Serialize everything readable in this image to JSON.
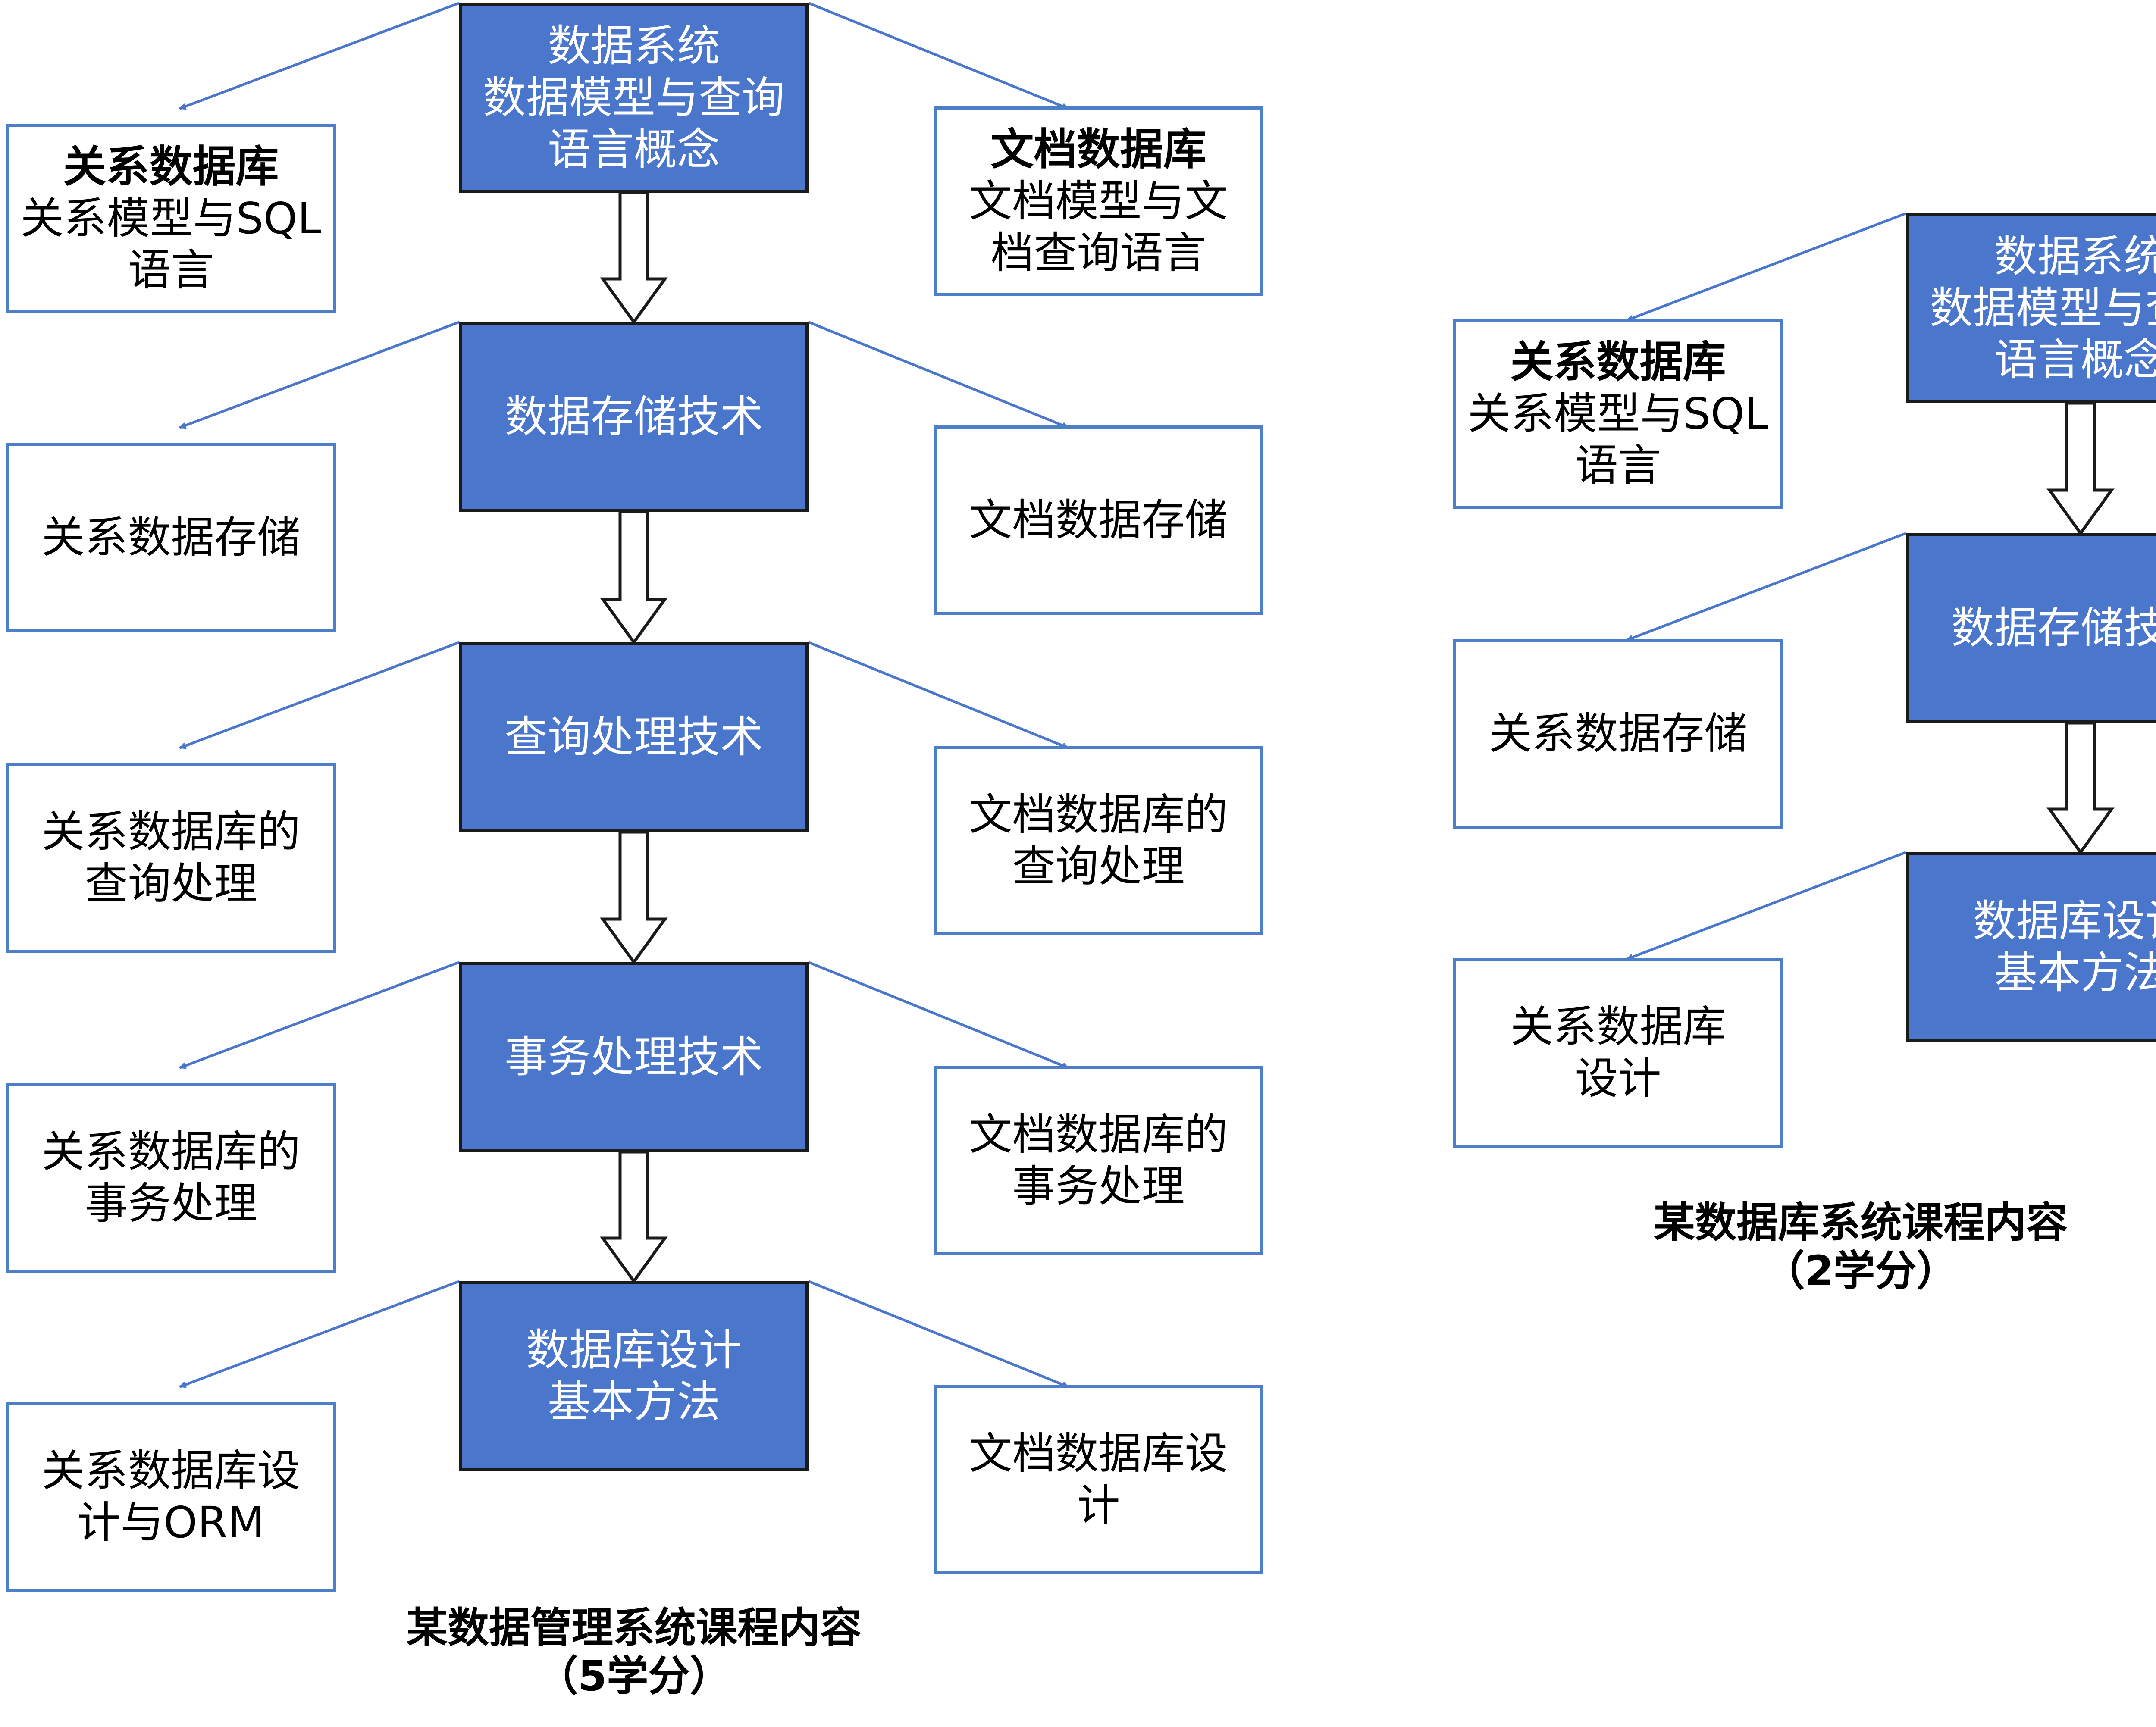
{
  "colors": {
    "core_fill": "#4a76cc",
    "core_border": "#1b1b1b",
    "side_border": "#4d7fc9",
    "link_line": "#4a76cc"
  },
  "left": {
    "caption": [
      "某数据管理系统课程内容",
      "（5学分）"
    ],
    "steps": [
      {
        "core": [
          "数据系统",
          "数据模型与查询",
          "语言概念"
        ],
        "relational": {
          "title": "关系数据库",
          "lines": [
            "关系模型与SQL",
            "语言"
          ]
        },
        "document": {
          "title": "文档数据库",
          "lines": [
            "文档模型与文",
            "档查询语言"
          ]
        }
      },
      {
        "core": [
          "数据存储技术"
        ],
        "relational": {
          "lines": [
            "关系数据存储"
          ]
        },
        "document": {
          "lines": [
            "文档数据存储"
          ]
        }
      },
      {
        "core": [
          "查询处理技术"
        ],
        "relational": {
          "lines": [
            "关系数据库的",
            "查询处理"
          ]
        },
        "document": {
          "lines": [
            "文档数据库的",
            "查询处理"
          ]
        }
      },
      {
        "core": [
          "事务处理技术"
        ],
        "relational": {
          "lines": [
            "关系数据库的",
            "事务处理"
          ]
        },
        "document": {
          "lines": [
            "文档数据库的",
            "事务处理"
          ]
        }
      },
      {
        "core": [
          "数据库设计",
          "基本方法"
        ],
        "relational": {
          "lines": [
            "关系数据库设",
            "计与ORM"
          ]
        },
        "document": {
          "lines": [
            "文档数据库设",
            "计"
          ]
        }
      }
    ]
  },
  "right": {
    "caption": [
      "某数据库系统课程内容",
      "（2学分）"
    ],
    "steps": [
      {
        "core": [
          "数据系统",
          "数据模型与查询",
          "语言概念"
        ],
        "relational": {
          "title": "关系数据库",
          "lines": [
            "关系模型与SQL",
            "语言"
          ]
        }
      },
      {
        "core": [
          "数据存储技术"
        ],
        "relational": {
          "lines": [
            "关系数据存储"
          ]
        }
      },
      {
        "core": [
          "数据库设计",
          "基本方法"
        ],
        "relational": {
          "lines": [
            "关系数据库",
            "设计"
          ]
        }
      }
    ]
  }
}
